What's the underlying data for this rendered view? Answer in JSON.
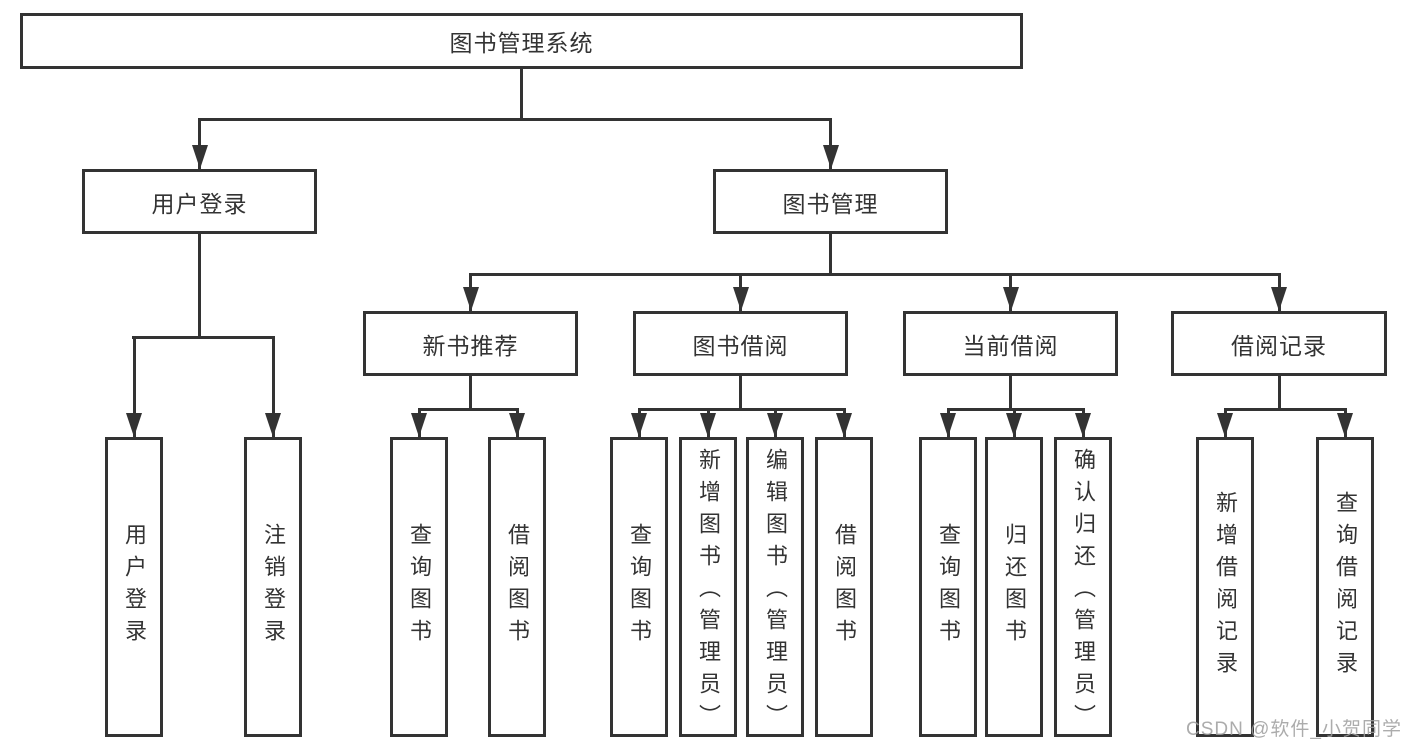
{
  "diagram": {
    "root": {
      "label": "图书管理系统"
    },
    "branches": [
      {
        "label": "用户登录",
        "children": [
          {
            "label": "用户登录"
          },
          {
            "label": "注销登录"
          }
        ]
      },
      {
        "label": "图书管理",
        "children": [
          {
            "label": "新书推荐",
            "children": [
              {
                "label": "查询图书"
              },
              {
                "label": "借阅图书"
              }
            ]
          },
          {
            "label": "图书借阅",
            "children": [
              {
                "label": "查询图书"
              },
              {
                "label": "新增图书（管理员）"
              },
              {
                "label": "编辑图书（管理员）"
              },
              {
                "label": "借阅图书"
              }
            ]
          },
          {
            "label": "当前借阅",
            "children": [
              {
                "label": "查询图书"
              },
              {
                "label": "归还图书"
              },
              {
                "label": "确认归还（管理员）"
              }
            ]
          },
          {
            "label": "借阅记录",
            "children": [
              {
                "label": "新增借阅记录"
              },
              {
                "label": "查询借阅记录"
              }
            ]
          }
        ]
      }
    ]
  },
  "watermark": {
    "text": "CSDN @软件_小贺同学"
  },
  "colors": {
    "line": "#333333",
    "text": "#333333",
    "background": "#ffffff",
    "watermark": "#9e9e9e"
  }
}
